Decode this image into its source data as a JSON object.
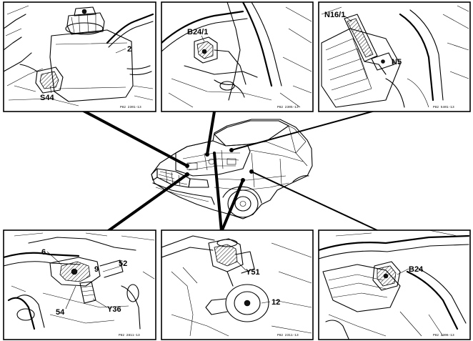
{
  "panels": {
    "top_left": {
      "labels": {
        "a": "2",
        "b": "S44"
      },
      "ref": "P82 2301-13"
    },
    "top_center": {
      "labels": {
        "a": "B24/1"
      },
      "ref": "P82 2305-13"
    },
    "top_right": {
      "labels": {
        "a": "N16/1",
        "b": "N5"
      },
      "ref": "P82 5401-13"
    },
    "bottom_left": {
      "labels": {
        "a": "6",
        "b": "9",
        "c": "52",
        "d": "54",
        "e": "Y36"
      },
      "ref": "P82 2811-13"
    },
    "bottom_center": {
      "labels": {
        "a": "Y51",
        "b": "12"
      },
      "ref": "P82 2311-13"
    },
    "bottom_right": {
      "labels": {
        "a": "B24"
      },
      "ref": "P82 2306-13"
    }
  },
  "colors": {
    "ink": "#000000",
    "paper": "#ffffff"
  }
}
